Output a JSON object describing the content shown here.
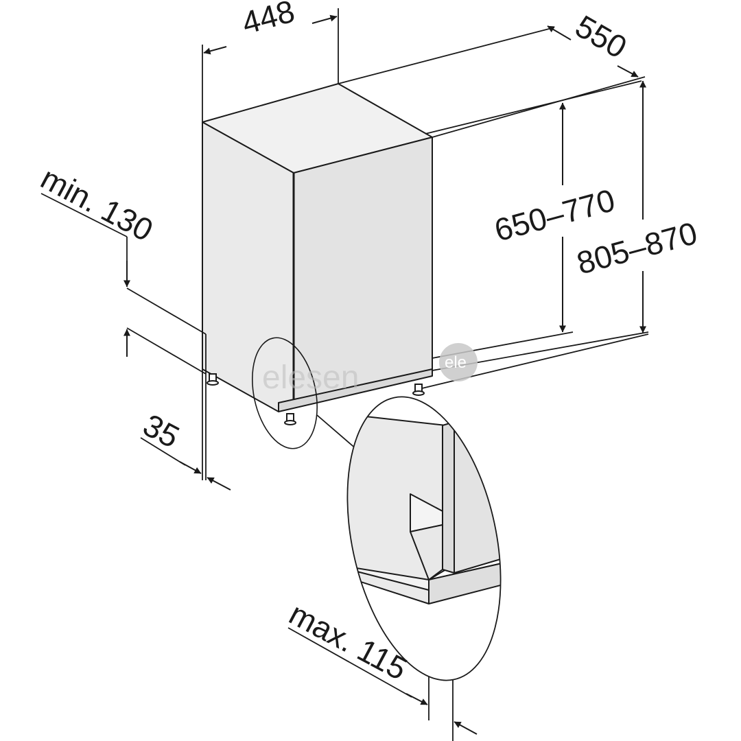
{
  "dimensions": {
    "width": "448",
    "depth": "550",
    "niche_height": "650–770",
    "total_height": "805–870",
    "min_toe": "min. 130",
    "plinth_depth": "35",
    "max_panel": "max. 115"
  },
  "watermark": {
    "text": "elesen",
    "badge": "ele"
  },
  "colors": {
    "line": "#1a1a1a",
    "top_face": "#f1f1f1",
    "side_face": "#eaeaea",
    "front_face": "#e4e4e4",
    "panel": "#e3e3e3",
    "watermark": "#c8c8c8"
  }
}
